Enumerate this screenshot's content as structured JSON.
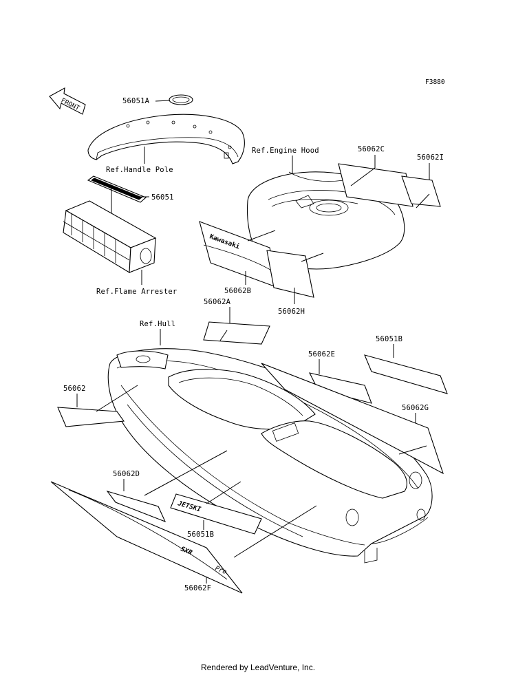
{
  "diagram_code": "F3880",
  "front_label": "FRONT",
  "labels": {
    "p56051A": "56051A",
    "handle_pole": "Ref.Handle Pole",
    "p56051": "56051",
    "flame_arrester": "Ref.Flame Arrester",
    "engine_hood": "Ref.Engine Hood",
    "p56062C": "56062C",
    "p56062I": "56062I",
    "p56062B": "56062B",
    "p56062H": "56062H",
    "p56062A": "56062A",
    "hull": "Ref.Hull",
    "p56051B_top": "56051B",
    "p56062E": "56062E",
    "p56062": "56062",
    "p56062G": "56062G",
    "p56062D": "56062D",
    "p56051B_bottom": "56051B",
    "p56062F": "56062F"
  },
  "decals": {
    "kawasaki": "Kawasaki",
    "jetski": "JETSKI",
    "sxr": "SXR",
    "pro": "Pro"
  },
  "footer": "Rendered by LeadVenture, Inc."
}
